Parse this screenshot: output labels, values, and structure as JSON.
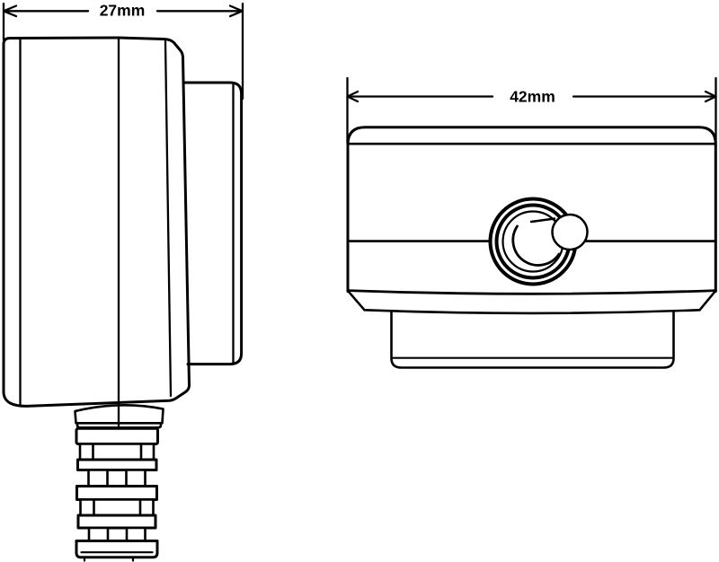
{
  "diagram": {
    "type": "technical-dimension-drawing",
    "background_color": "#ffffff",
    "line_color": "#000000",
    "views": {
      "side": {
        "name": "side-view",
        "dimension_label": "27mm",
        "dimension_value": 27,
        "dimension_unit": "mm"
      },
      "front": {
        "name": "front-view",
        "dimension_label": "42mm",
        "dimension_value": 42,
        "dimension_unit": "mm"
      }
    }
  }
}
